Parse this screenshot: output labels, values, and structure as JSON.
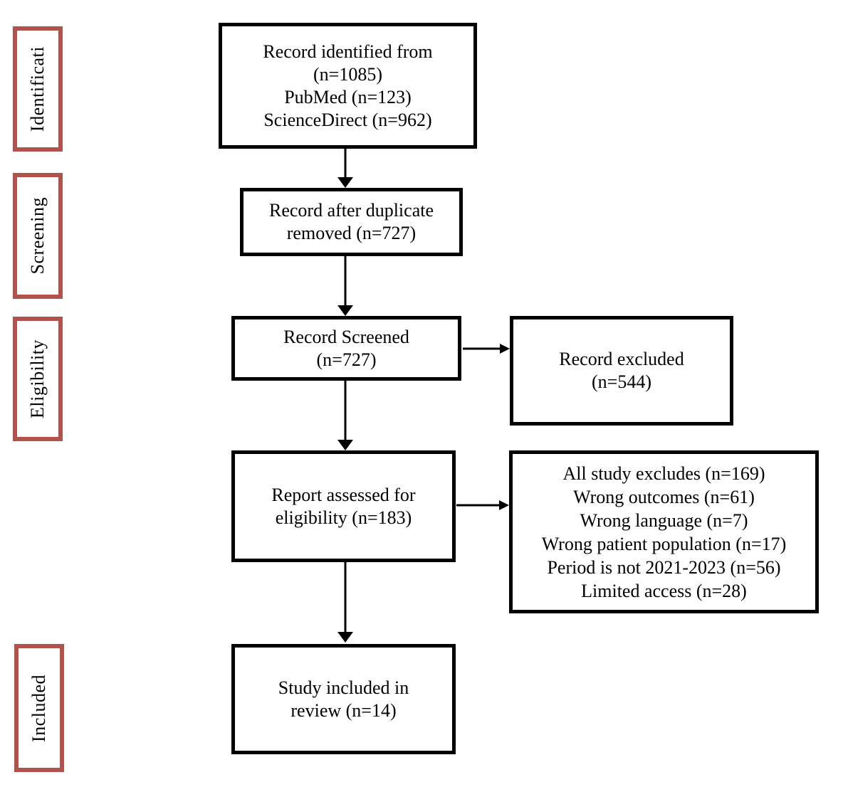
{
  "diagram_type": "prisma-flow-diagram",
  "colors": {
    "stage_border": "#b1534d",
    "box_border": "#000000",
    "text": "#000000",
    "background": "#ffffff"
  },
  "stages": [
    {
      "id": "identification",
      "label": "Identificati"
    },
    {
      "id": "screening",
      "label": "Screening"
    },
    {
      "id": "eligibility",
      "label": "Eligibility"
    },
    {
      "id": "included",
      "label": "Included"
    }
  ],
  "boxes": {
    "identified": {
      "lines": [
        "Record identified from",
        "(n=1085)",
        "PubMed (n=123)",
        "ScienceDirect (n=962)"
      ]
    },
    "duplicates_removed": {
      "lines": [
        "Record after duplicate",
        "removed (n=727)"
      ]
    },
    "screened": {
      "lines": [
        "Record Screened",
        "(n=727)"
      ]
    },
    "excluded": {
      "lines": [
        "Record excluded",
        "(n=544)"
      ]
    },
    "assessed": {
      "lines": [
        "Report assessed  for",
        "eligibility (n=183)"
      ]
    },
    "exclusion_reasons": {
      "lines": [
        "All study excludes (n=169)",
        "Wrong outcomes (n=61)",
        "Wrong language (n=7)",
        "Wrong patient population (n=17)",
        "Period is not 2021-2023 (n=56)",
        "Limited access (n=28)"
      ]
    },
    "included": {
      "lines": [
        "Study included in",
        "review (n=14)"
      ]
    }
  }
}
